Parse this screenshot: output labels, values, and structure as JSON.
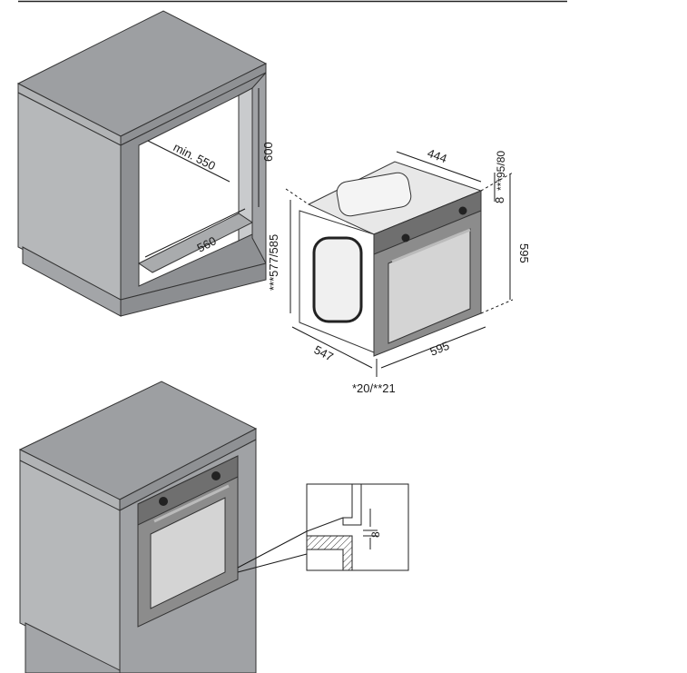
{
  "labels": {
    "niche_depth": "min. 550",
    "niche_width": "560",
    "niche_height": "600",
    "oven_depth_top": "444",
    "oven_top_offset": "***95/80",
    "oven_gap": "8",
    "oven_front_height": "595",
    "oven_side_height": "***577/585",
    "oven_side_depth": "547",
    "oven_front_width": "595",
    "oven_panel": "*20/**21",
    "detail_gap": "8"
  },
  "colors": {
    "cabinet_top": "#9d9fa2",
    "cabinet_front": "#b6b8ba",
    "cabinet_side": "#8e9093",
    "cabinet_plinth": "#a3a5a8",
    "oven_frame": "#8c8c8c",
    "oven_glass": "#d4d4d4",
    "line": "#1a1a1a"
  }
}
